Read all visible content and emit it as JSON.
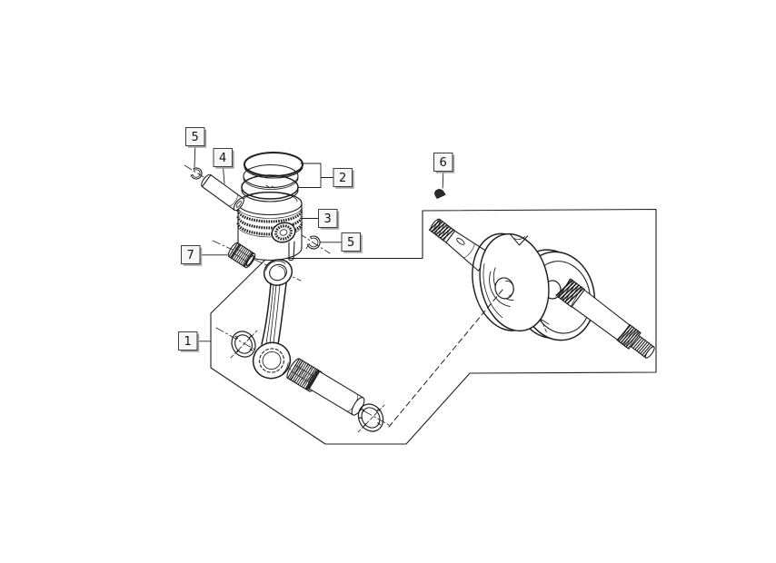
{
  "diagram": {
    "background": "#ffffff",
    "line_color": "#1f1f1f",
    "callout_style": {
      "fill": "#f7f7f7",
      "border": "#3d3d3d",
      "shadow": "#a3a3a3",
      "text_color": "#121212"
    },
    "callouts": {
      "c1": {
        "text": "1"
      },
      "c2": {
        "text": "2"
      },
      "c3": {
        "text": "3"
      },
      "c4": {
        "text": "4"
      },
      "c5a": {
        "text": "5"
      },
      "c5b": {
        "text": "5"
      },
      "c6": {
        "text": "6"
      },
      "c7": {
        "text": "7"
      }
    }
  }
}
